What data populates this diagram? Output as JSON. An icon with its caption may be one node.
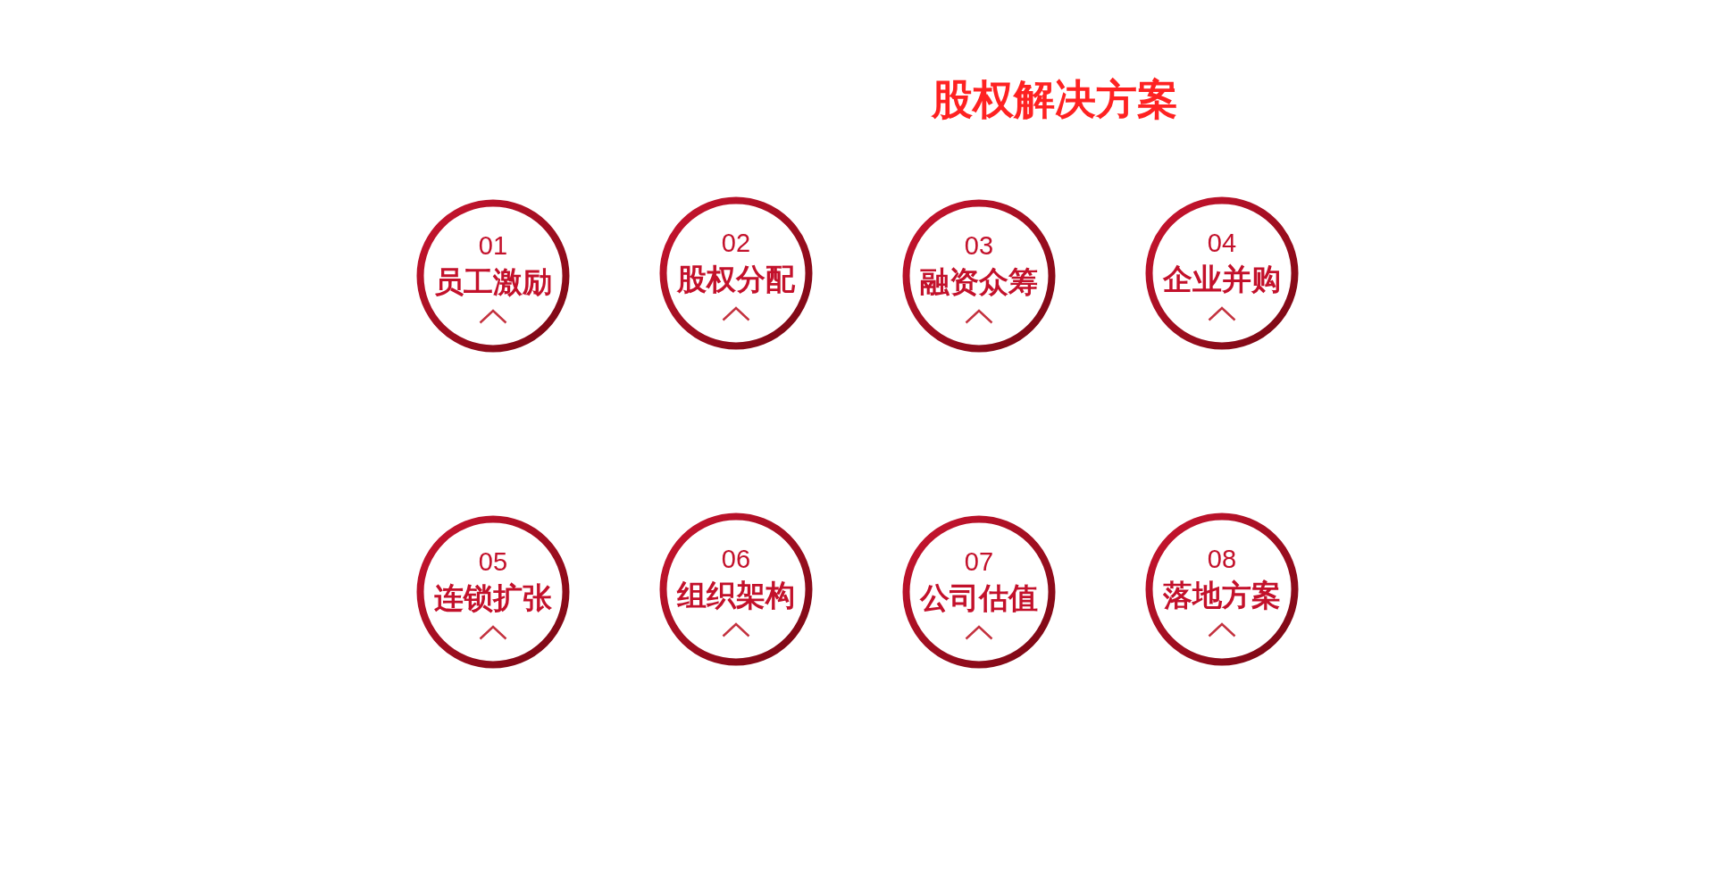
{
  "diagram": {
    "title": "股权解决方案",
    "nodes": [
      {
        "text": [
          "01",
          "员工激励"
        ]
      },
      {
        "text": [
          "02",
          "股权分配"
        ]
      },
      {
        "text": [
          "03",
          "融资众筹"
        ]
      },
      {
        "text": [
          "04",
          "企业并购"
        ]
      },
      {
        "text": [
          "05",
          "连锁扩张"
        ]
      },
      {
        "text": [
          "06",
          "组织架构"
        ]
      },
      {
        "text": [
          "07",
          "公司估值"
        ]
      },
      {
        "text": [
          "08",
          "落地方案"
        ]
      }
    ]
  }
}
